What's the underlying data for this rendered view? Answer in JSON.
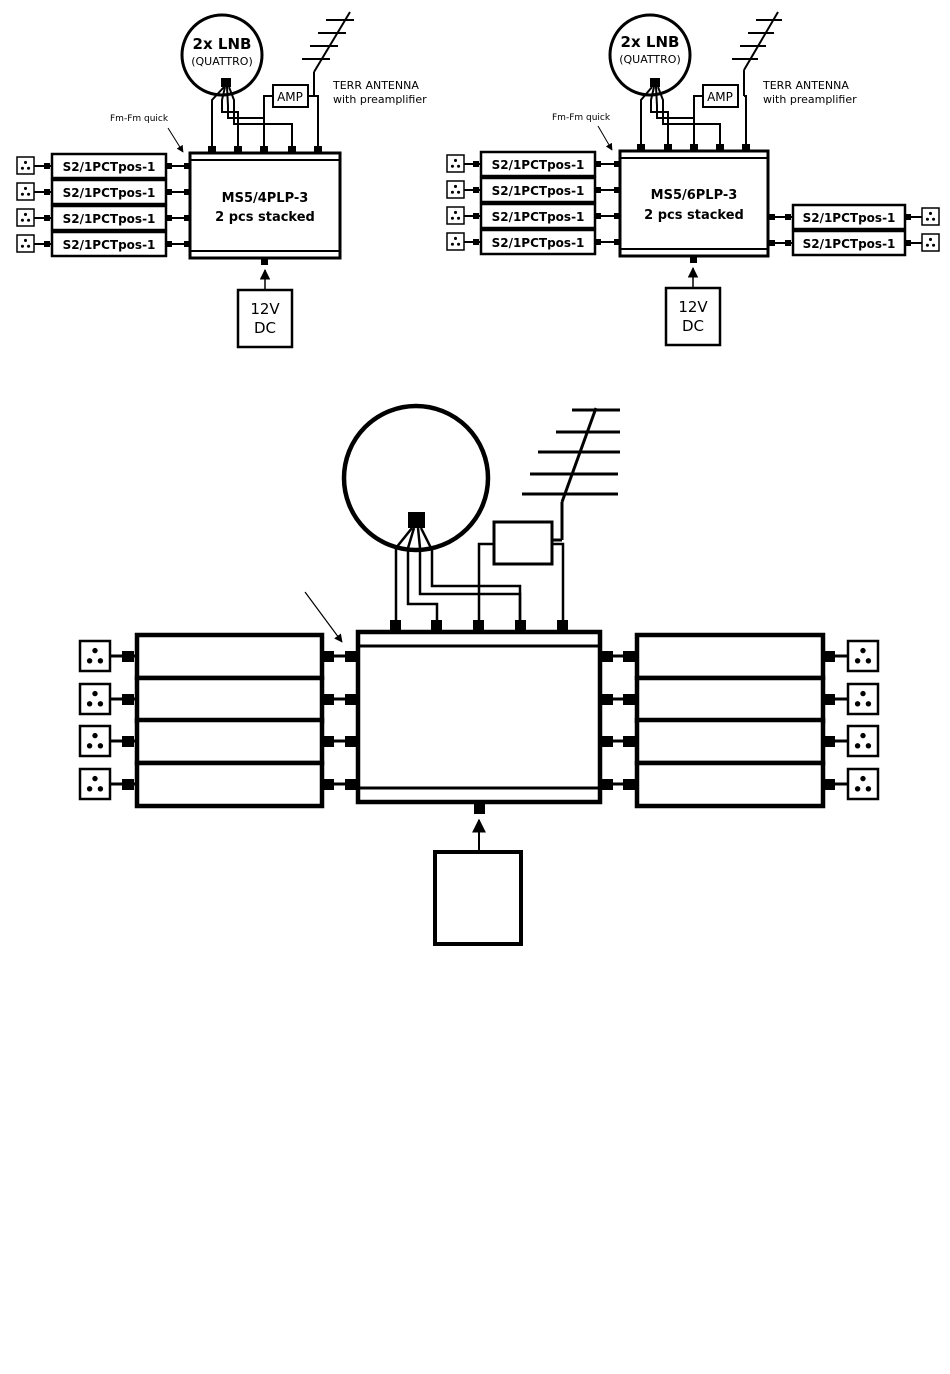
{
  "diagram_a": {
    "lnb_title": "2x LNB",
    "lnb_subtitle": "(QUATTRO)",
    "amp_label": "AMP",
    "antenna_label_1": "TERR ANTENNA",
    "antenna_label_2": "with preamplifier",
    "connector_label": "Fm-Fm quick",
    "switch_label_1": "MS5/4PLP-3",
    "switch_label_2": "2 pcs stacked",
    "psu_label_1": "12V",
    "psu_label_2": "DC",
    "left_modules": [
      "S2/1PCTpos-1",
      "S2/1PCTpos-1",
      "S2/1PCTpos-1",
      "S2/1PCTpos-1"
    ]
  },
  "diagram_b": {
    "lnb_title": "2x LNB",
    "lnb_subtitle": "(QUATTRO)",
    "amp_label": "AMP",
    "antenna_label_1": "TERR ANTENNA",
    "antenna_label_2": "with preamplifier",
    "connector_label": "Fm-Fm quick",
    "switch_label_1": "MS5/6PLP-3",
    "switch_label_2": "2 pcs stacked",
    "psu_label_1": "12V",
    "psu_label_2": "DC",
    "left_modules": [
      "S2/1PCTpos-1",
      "S2/1PCTpos-1",
      "S2/1PCTpos-1",
      "S2/1PCTpos-1"
    ],
    "right_modules": [
      "S2/1PCTpos-1",
      "S2/1PCTpos-1"
    ]
  },
  "diagram_c": {
    "left_module_count": 4,
    "right_module_count": 4
  }
}
